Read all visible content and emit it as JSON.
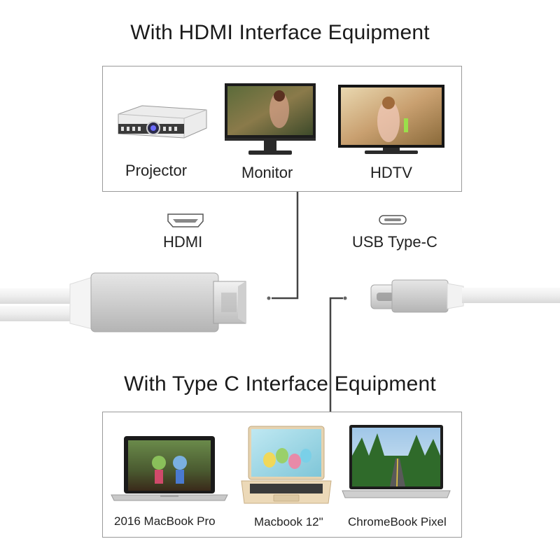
{
  "headings": {
    "hdmi_equipment": "With HDMI Interface Equipment",
    "typec_equipment": "With Type C Interface Equipment"
  },
  "hdmi_devices": [
    {
      "label": "Projector",
      "icon": "projector-icon"
    },
    {
      "label": "Monitor",
      "icon": "monitor-icon"
    },
    {
      "label": "HDTV",
      "icon": "hdtv-icon"
    }
  ],
  "ports": {
    "hdmi": {
      "label": "HDMI",
      "icon": "hdmi-port-icon"
    },
    "usbc": {
      "label": "USB Type-C",
      "icon": "usb-c-port-icon"
    }
  },
  "typec_devices": [
    {
      "label": "2016 MacBook Pro",
      "icon": "macbook-pro-icon"
    },
    {
      "label": "Macbook 12\"",
      "icon": "macbook-12-icon"
    },
    {
      "label": "ChromeBook Pixel",
      "icon": "chromebook-pixel-icon"
    }
  ],
  "colors": {
    "frame": "#9a9a9a",
    "connector_line": "#444444",
    "cable": "#e9e9e9",
    "housing": "#c8c8c8"
  }
}
